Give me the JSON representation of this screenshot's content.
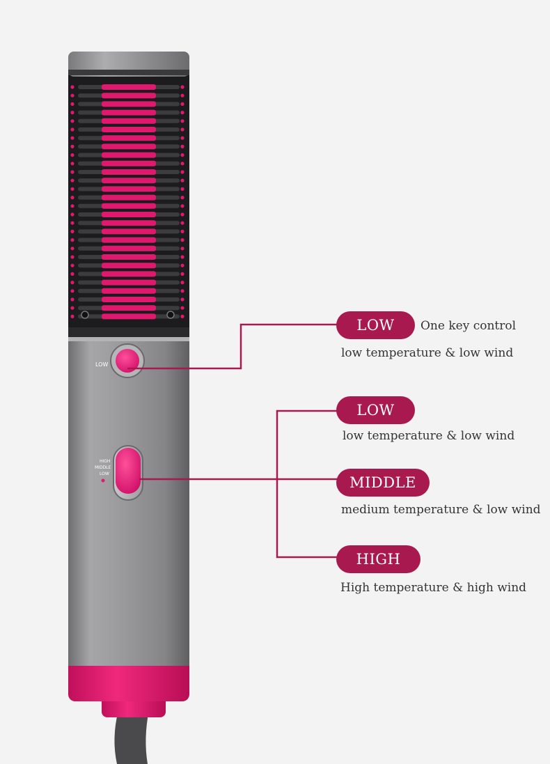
{
  "device": {
    "power_button_label": "LOW",
    "switch_labels": [
      "HIGH",
      "MIDDLE",
      "LOW"
    ]
  },
  "callouts": {
    "power_key": {
      "badge": "LOW",
      "title": "One key control",
      "description": "low temperature & low wind"
    },
    "modes": [
      {
        "badge": "LOW",
        "description": "low temperature & low wind"
      },
      {
        "badge": "MIDDLE",
        "description": "medium temperature & low wind"
      },
      {
        "badge": "HIGH",
        "description": "High temperature & high wind"
      }
    ]
  },
  "colors": {
    "accent": "#a8194f",
    "leader_line": "#a8194f",
    "bristle_pink": "#e0186e",
    "body_gray": "#8c8c8c",
    "background": "#f3f3f3"
  }
}
